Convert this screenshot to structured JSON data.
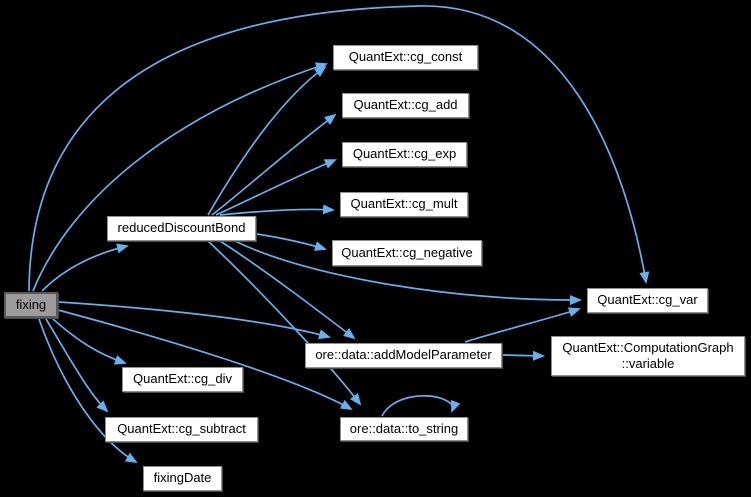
{
  "graph": {
    "type": "call-graph",
    "colors": {
      "background": "#000000",
      "edge": "#63b1ee",
      "node_fill": "#ffffff",
      "node_border": "#8f8f8f",
      "current_node_fill": "#9c9c9c",
      "current_node_border": "#5a5a5a",
      "text": "#000000"
    },
    "nodes": [
      {
        "id": "fixing",
        "label": "fixing",
        "current": true
      },
      {
        "id": "reducedDiscountBond",
        "label": "reducedDiscountBond"
      },
      {
        "id": "cg_const",
        "label": "QuantExt::cg_const"
      },
      {
        "id": "cg_add",
        "label": "QuantExt::cg_add"
      },
      {
        "id": "cg_exp",
        "label": "QuantExt::cg_exp"
      },
      {
        "id": "cg_mult",
        "label": "QuantExt::cg_mult"
      },
      {
        "id": "cg_negative",
        "label": "QuantExt::cg_negative"
      },
      {
        "id": "cg_var",
        "label": "QuantExt::cg_var"
      },
      {
        "id": "computationgraph_variable",
        "label": "QuantExt::ComputationGraph\n::variable"
      },
      {
        "id": "addModelParameter",
        "label": "ore::data::addModelParameter"
      },
      {
        "id": "to_string",
        "label": "ore::data::to_string"
      },
      {
        "id": "cg_div",
        "label": "QuantExt::cg_div"
      },
      {
        "id": "cg_subtract",
        "label": "QuantExt::cg_subtract"
      },
      {
        "id": "fixingDate",
        "label": "fixingDate"
      }
    ],
    "edges": [
      {
        "from": "fixing",
        "to": "reducedDiscountBond"
      },
      {
        "from": "fixing",
        "to": "cg_const"
      },
      {
        "from": "fixing",
        "to": "cg_var"
      },
      {
        "from": "fixing",
        "to": "addModelParameter"
      },
      {
        "from": "fixing",
        "to": "to_string"
      },
      {
        "from": "fixing",
        "to": "cg_div"
      },
      {
        "from": "fixing",
        "to": "cg_subtract"
      },
      {
        "from": "fixing",
        "to": "fixingDate"
      },
      {
        "from": "reducedDiscountBond",
        "to": "cg_const"
      },
      {
        "from": "reducedDiscountBond",
        "to": "cg_add"
      },
      {
        "from": "reducedDiscountBond",
        "to": "cg_exp"
      },
      {
        "from": "reducedDiscountBond",
        "to": "cg_mult"
      },
      {
        "from": "reducedDiscountBond",
        "to": "cg_negative"
      },
      {
        "from": "reducedDiscountBond",
        "to": "cg_var"
      },
      {
        "from": "reducedDiscountBond",
        "to": "addModelParameter"
      },
      {
        "from": "reducedDiscountBond",
        "to": "to_string"
      },
      {
        "from": "addModelParameter",
        "to": "cg_var"
      },
      {
        "from": "addModelParameter",
        "to": "computationgraph_variable"
      },
      {
        "from": "to_string",
        "to": "to_string"
      }
    ]
  }
}
